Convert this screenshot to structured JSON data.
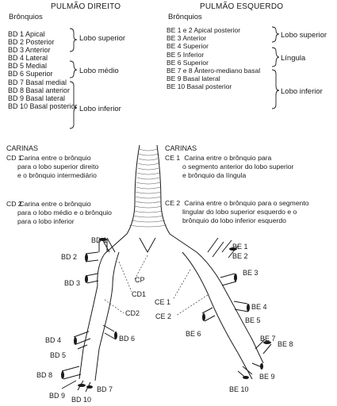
{
  "right": {
    "heading": "PULMÃO DIREITO",
    "subheading": "Brônquios",
    "bronchi": [
      "BD 1 Apical",
      "BD 2 Posterior",
      "BD 3 Anterior",
      "BD 4 Lateral",
      "BD 5 Medial",
      "BD 6 Superior",
      "BD 7 Basal medial",
      "BD 8 Basal anterior",
      "BD 9 Basal lateral",
      "BD 10 Basal posterior"
    ],
    "lobes": [
      "Lobo superior",
      "Lobo médio",
      "Lobo inferior"
    ]
  },
  "left": {
    "heading": "PULMÃO ESQUERDO",
    "subheading": "Brônquios",
    "bronchi": [
      "BE 1 e 2 Apical posterior",
      "BE 3 Anterior",
      "BE 4 Superior",
      "BE 5 Inferior",
      "BE 6 Superior",
      "BE 7 e 8 Ântero-mediano basal",
      "BE 9 Basal lateral",
      "BE 10 Basal posterior"
    ],
    "lobes": [
      "Lobo superior",
      "Língula",
      "Lobo inferior"
    ]
  },
  "carinas_right": {
    "title": "CARINAS",
    "cd1_code": "CD 1",
    "cd1_lines": [
      "Carina entre o brônquio",
      "para o lobo superior direito",
      "e o brônquio intermediário"
    ],
    "cd2_code": "CD 2",
    "cd2_lines": [
      "Carina entre o brônquio",
      "para o lobo médio e o brônquio",
      "para o lobo inferior"
    ]
  },
  "carinas_left": {
    "title": "CARINAS",
    "ce1_code": "CE 1",
    "ce1_lines": [
      "Carina entre o brônquio para",
      "o segmento anterior do lobo superior",
      "e brônquio da língula"
    ],
    "ce2_code": "CE 2",
    "ce2_lines": [
      "Carina entre o brônquio para o segmento",
      "lingular do lobo superior esquerdo e o",
      "brônquio do lobo inferior esquerdo"
    ]
  },
  "diagram_labels": {
    "bd1": "BD 1",
    "bd2": "BD 2",
    "bd3": "BD 3",
    "bd4": "BD 4",
    "bd5": "BD 5",
    "bd6": "BD 6",
    "bd7": "BD 7",
    "bd8": "BD 8",
    "bd9": "BD 9",
    "bd10": "BD 10",
    "be1": "BE 1",
    "be2": "BE 2",
    "be3": "BE 3",
    "be4": "BE 4",
    "be5": "BE 5",
    "be6": "BE 6",
    "be7": "BE 7",
    "be8": "BE 8",
    "be9": "BE 9",
    "be10": "BE 10",
    "cp": "CP",
    "cd1": "CD1",
    "cd2": "CD2",
    "ce1": "CE 1",
    "ce2": "CE 2"
  }
}
